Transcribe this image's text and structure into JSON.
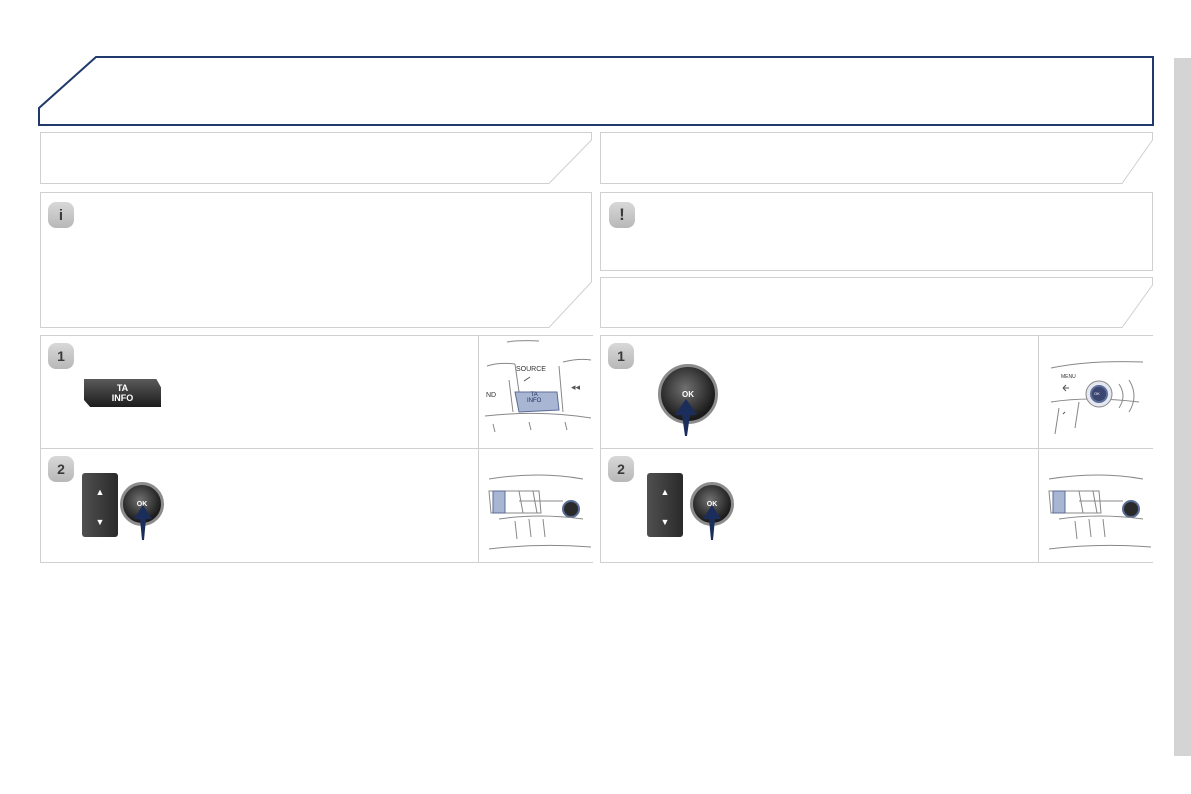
{
  "page": {
    "header_title": "",
    "left_column": {
      "section_heading": "",
      "info_note": {
        "icon": "info-icon",
        "icon_glyph": "i",
        "text": ""
      },
      "steps": [
        {
          "number": "1",
          "button_label_line1": "TA",
          "button_label_line2": "INFO",
          "thumbnail": {
            "source_label": "SOURCE",
            "ta_line1": "TA",
            "ta_line2": "INFO",
            "left_label": "ND",
            "rewind_glyph": "◂◂"
          }
        },
        {
          "number": "2",
          "rocker_up": "▲",
          "rocker_down": "▼",
          "knob_label": "OK"
        }
      ]
    },
    "right_column": {
      "section_heading": "",
      "warning_note": {
        "icon": "warning-icon",
        "icon_glyph": "!",
        "text": ""
      },
      "sub_heading": "",
      "steps": [
        {
          "number": "1",
          "knob_label": "OK",
          "thumbnail": {
            "menu_label": "MENU",
            "knob_label": "OK"
          }
        },
        {
          "number": "2",
          "rocker_up": "▲",
          "rocker_down": "▼",
          "knob_label": "OK"
        }
      ]
    }
  },
  "colors": {
    "header_border": "#1f3a6b",
    "box_border": "#c8c8c8",
    "arrow_navy": "#1b2d5a",
    "highlight_blue": "#a9b6d3",
    "scrollbar": "#d4d4d4"
  }
}
